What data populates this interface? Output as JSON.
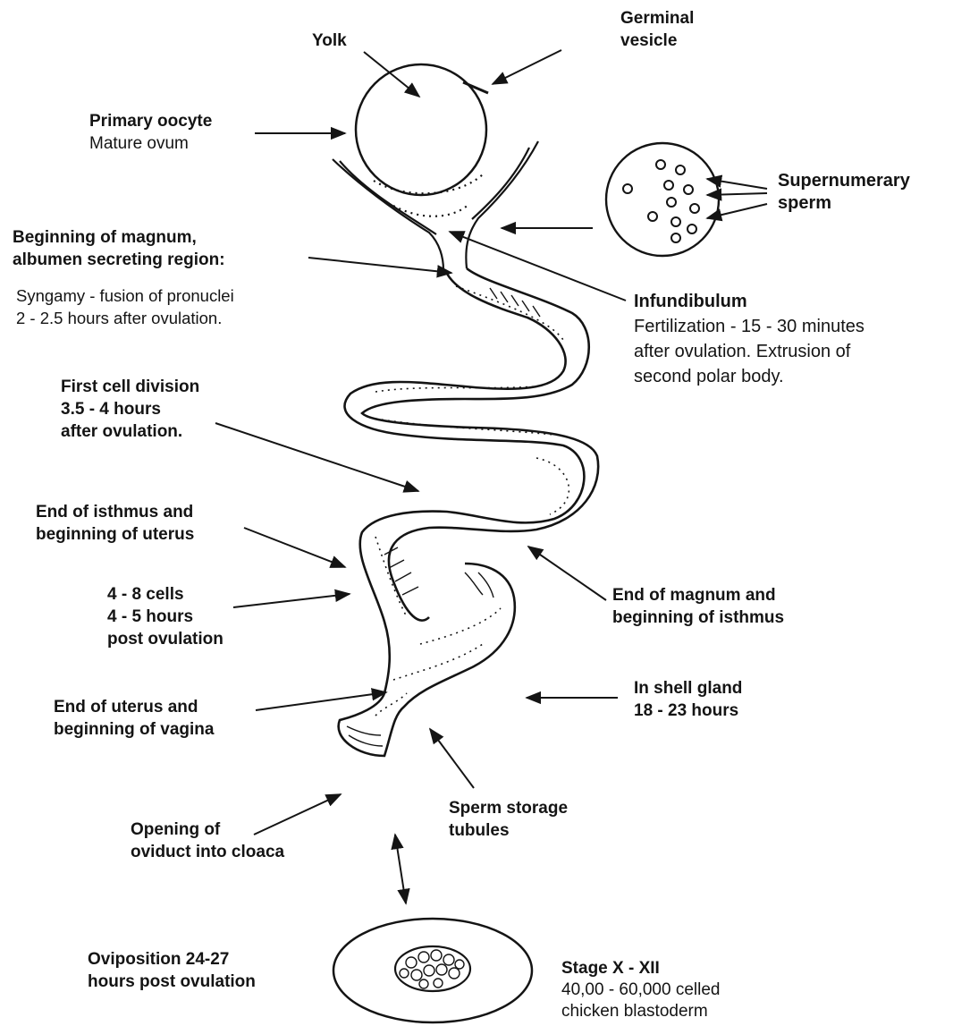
{
  "labels": {
    "yolk": "Yolk",
    "germinal_vesicle": [
      "Germinal",
      "vesicle"
    ],
    "primary_oocyte": [
      "Primary oocyte",
      "Mature ovum"
    ],
    "supernumerary_sperm": [
      "Supernumerary",
      "sperm"
    ],
    "magnum_heading": [
      "Beginning of magnum,",
      "albumen secreting region:"
    ],
    "syngamy": [
      "Syngamy - fusion of pronuclei",
      "2 - 2.5 hours after ovulation."
    ],
    "infundibulum_title": "Infundibulum",
    "infundibulum_text": [
      "Fertilization - 15 - 30 minutes",
      "after ovulation. Extrusion of",
      "second polar body."
    ],
    "first_cell_division": [
      "First cell division",
      "3.5 - 4 hours",
      "after ovulation."
    ],
    "isthmus_uterus": [
      "End of isthmus and",
      "beginning of uterus"
    ],
    "four_eight_cells": [
      "4 - 8 cells",
      "4 - 5 hours",
      "post ovulation"
    ],
    "magnum_isthmus": [
      "End of magnum and",
      "beginning of isthmus"
    ],
    "uterus_vagina": [
      "End of uterus and",
      "beginning of vagina"
    ],
    "shell_gland": [
      "In shell gland",
      "18 - 23 hours"
    ],
    "sperm_storage": [
      "Sperm storage",
      "tubules"
    ],
    "oviduct_opening": [
      "Opening of",
      "oviduct into cloaca"
    ],
    "oviposition": [
      "Oviposition 24-27",
      "hours post ovulation"
    ],
    "stage_title": "Stage X - XII",
    "stage_text": [
      "40,00 - 60,000 celled",
      "chicken blastoderm"
    ]
  },
  "icons": [
    "yolk-circle",
    "sperm-cell-circle",
    "oviduct-illustration",
    "blastoderm-ellipse"
  ],
  "colors": {
    "ink": "#141414",
    "background": "#ffffff"
  }
}
